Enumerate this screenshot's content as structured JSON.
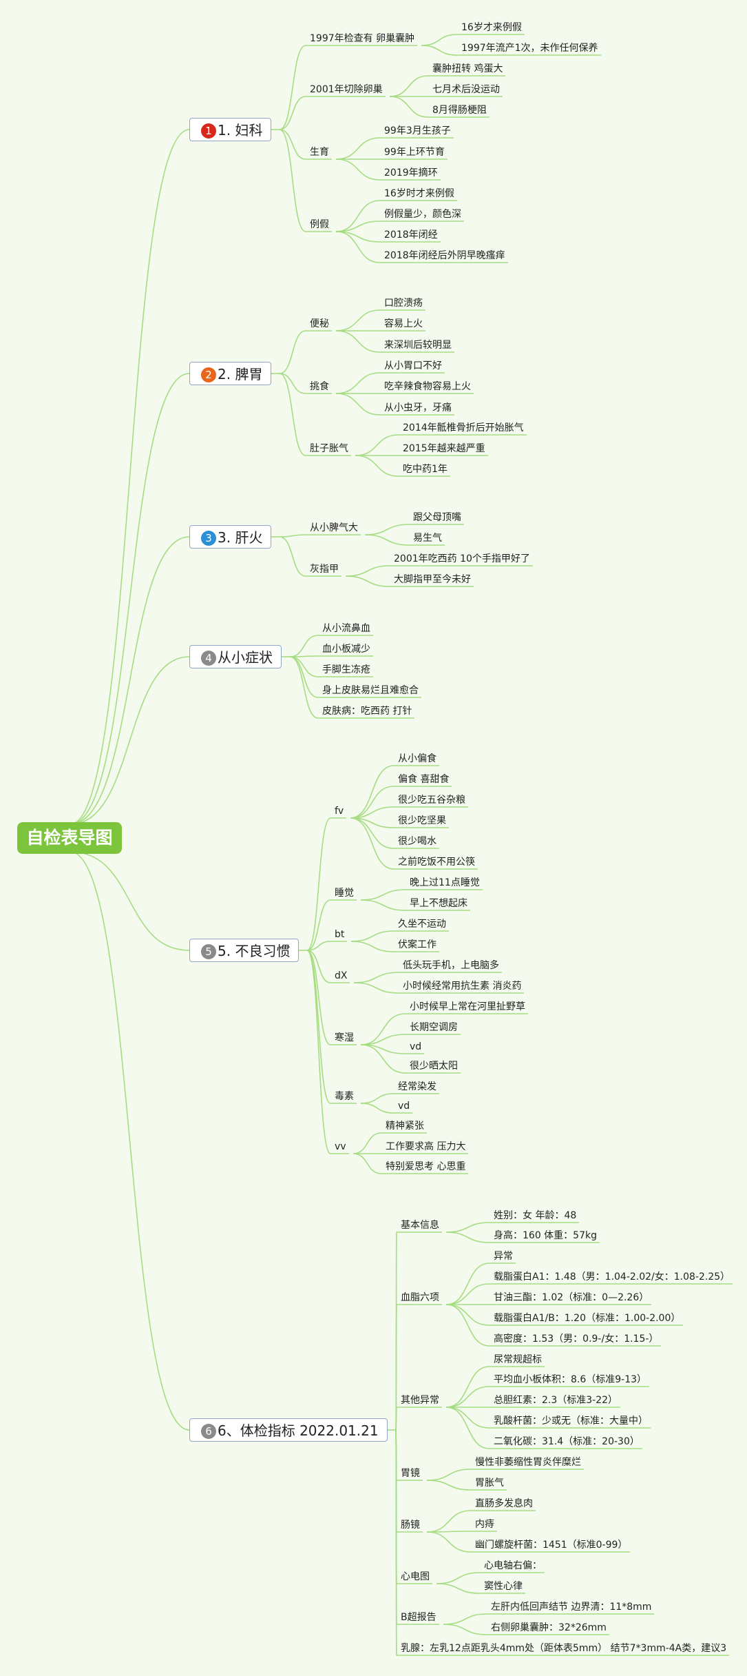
{
  "root": "自检表导图",
  "branches": [
    {
      "num": "1",
      "label": "1. 妇科",
      "color": "#d8281c",
      "children": [
        {
          "label": "1997年检查有 卵巢囊肿",
          "children": [
            "16岁才来例假",
            "1997年流产1次，未作任何保养"
          ]
        },
        {
          "label": "2001年切除卵巢",
          "children": [
            "囊肿扭转 鸡蛋大",
            "七月术后没运动",
            "8月得肠梗阻"
          ]
        },
        {
          "label": "生育",
          "children": [
            "99年3月生孩子",
            "99年上环节育",
            "2019年摘环"
          ]
        },
        {
          "label": "例假",
          "children": [
            "16岁时才来例假",
            "例假量少，颜色深",
            "2018年闭经",
            "2018年闭经后外阴早晚瘙痒"
          ]
        }
      ]
    },
    {
      "num": "2",
      "label": "2. 脾胃",
      "color": "#e8671d",
      "children": [
        {
          "label": "便秘",
          "children": [
            "口腔溃疡",
            "容易上火",
            "来深圳后较明显"
          ]
        },
        {
          "label": "挑食",
          "children": [
            "从小胃口不好",
            "吃辛辣食物容易上火",
            "从小虫牙，牙痛"
          ]
        },
        {
          "label": "肚子胀气",
          "children": [
            "2014年骶椎骨折后开始胀气",
            "2015年越来越严重",
            "吃中药1年"
          ]
        }
      ]
    },
    {
      "num": "3",
      "label": "3. 肝火",
      "color": "#2a8fd4",
      "children": [
        {
          "label": "从小脾气大",
          "children": [
            "跟父母顶嘴",
            "易生气"
          ]
        },
        {
          "label": "灰指甲",
          "children": [
            "2001年吃西药 10个手指甲好了",
            "大脚指甲至今未好"
          ]
        }
      ]
    },
    {
      "num": "4",
      "label": "从小症状",
      "color": "#8a8a8a",
      "children": [
        {
          "label": "从小流鼻血",
          "children": []
        },
        {
          "label": "血小板减少",
          "children": []
        },
        {
          "label": "手脚生冻疮",
          "children": []
        },
        {
          "label": "身上皮肤易烂且难愈合",
          "children": []
        },
        {
          "label": "皮肤病：吃西药 打针",
          "children": []
        }
      ]
    },
    {
      "num": "5",
      "label": "5. 不良习惯",
      "color": "#8a8a8a",
      "children": [
        {
          "label": "fv",
          "children": [
            "从小偏食",
            "偏食 喜甜食",
            "很少吃五谷杂粮",
            "很少吃坚果",
            "很少喝水",
            "之前吃饭不用公筷"
          ]
        },
        {
          "label": "睡觉",
          "children": [
            "晚上过11点睡觉",
            "早上不想起床"
          ]
        },
        {
          "label": "bt",
          "children": [
            "久坐不运动",
            "伏案工作"
          ]
        },
        {
          "label": "dX",
          "children": [
            "低头玩手机，上电脑多",
            "小时候经常用抗生素 消炎药"
          ]
        },
        {
          "label": "寒湿",
          "children": [
            "小时候早上常在河里扯野草",
            "长期空调房",
            "vd",
            "很少晒太阳"
          ]
        },
        {
          "label": "毒素",
          "children": [
            "经常染发",
            "vd"
          ]
        },
        {
          "label": "vv",
          "children": [
            "精神紧张",
            "工作要求高 压力大",
            "特别爱思考 心思重"
          ]
        }
      ]
    },
    {
      "num": "6",
      "label": "6、体检指标 2022.01.21",
      "color": "#8a8a8a",
      "children": [
        {
          "label": "基本信息",
          "children": [
            "姓别：女 年龄：48",
            "身高：160 体重：57kg"
          ]
        },
        {
          "label": "血脂六项",
          "children": [
            "异常",
            "载脂蛋白A1：1.48（男：1.04-2.02/女：1.08-2.25）",
            "甘油三酯：1.02（标准：0—2.26）",
            "载脂蛋白A1/B：1.20（标准：1.00-2.00）",
            "高密度：1.53（男：0.9-/女：1.15-）"
          ]
        },
        {
          "label": "其他异常",
          "children": [
            "尿常规超标",
            "平均血小板体积：8.6（标准9-13）",
            "总胆红素：2.3（标准3-22）",
            "乳酸杆菌：少或无（标准：大量中）",
            "二氧化碳：31.4（标准：20-30）"
          ]
        },
        {
          "label": "胃镜",
          "children": [
            "慢性非萎缩性胃炎伴糜烂",
            "胃胀气"
          ]
        },
        {
          "label": "肠镜",
          "children": [
            "直肠多发息肉",
            "内痔",
            "幽门螺旋杆菌：1451（标准0-99）"
          ]
        },
        {
          "label": "心电图",
          "children": [
            "心电轴右偏：",
            "窦性心律"
          ]
        },
        {
          "label": "B超报告",
          "children": [
            "左肝内低回声结节 边界清：11*8mm",
            "右侧卵巢囊肿：32*26mm"
          ]
        },
        {
          "label": "乳腺：左乳12点距乳头4mm处（距体表5mm） 结节7*3mm-4A类，建议3",
          "children": []
        }
      ]
    }
  ]
}
